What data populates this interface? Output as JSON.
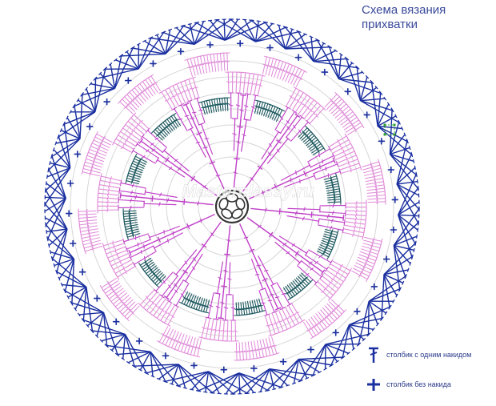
{
  "title": {
    "line1": "Схема вязания",
    "line2": "прихватки"
  },
  "legend": {
    "items": [
      {
        "symbol": "double-crochet-icon",
        "label": "столбик с одним накидом"
      },
      {
        "symbol": "single-crochet-icon",
        "label": "столбик без накида"
      }
    ]
  },
  "watermark": "Masterclassy.ru",
  "colors": {
    "magenta": "#c040c8",
    "pink": "#e08ad8",
    "teal": "#1f5a60",
    "navy": "#1a2fa0",
    "grid": "#d6d6d6",
    "title": "#3a4a9a",
    "center": "#333333"
  },
  "pattern": {
    "rays": 12,
    "fan_clusters": 34
  }
}
